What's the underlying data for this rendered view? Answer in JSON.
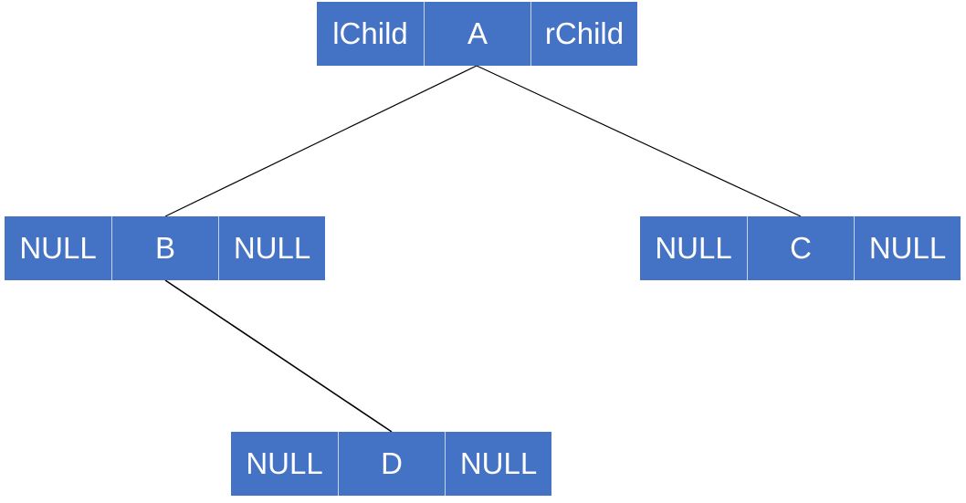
{
  "colors": {
    "node_fill": "#4472c4",
    "node_text": "#ffffff",
    "cell_divider": "#c9d5ec",
    "edge": "#000000"
  },
  "nodes": {
    "a": {
      "left": "lChild",
      "value": "A",
      "right": "rChild"
    },
    "b": {
      "left": "NULL",
      "value": "B",
      "right": "NULL"
    },
    "c": {
      "left": "NULL",
      "value": "C",
      "right": "NULL"
    },
    "d": {
      "left": "NULL",
      "value": "D",
      "right": "NULL"
    }
  },
  "edges": [
    {
      "from": "a",
      "to": "b"
    },
    {
      "from": "a",
      "to": "c"
    },
    {
      "from": "b",
      "to": "d"
    }
  ]
}
